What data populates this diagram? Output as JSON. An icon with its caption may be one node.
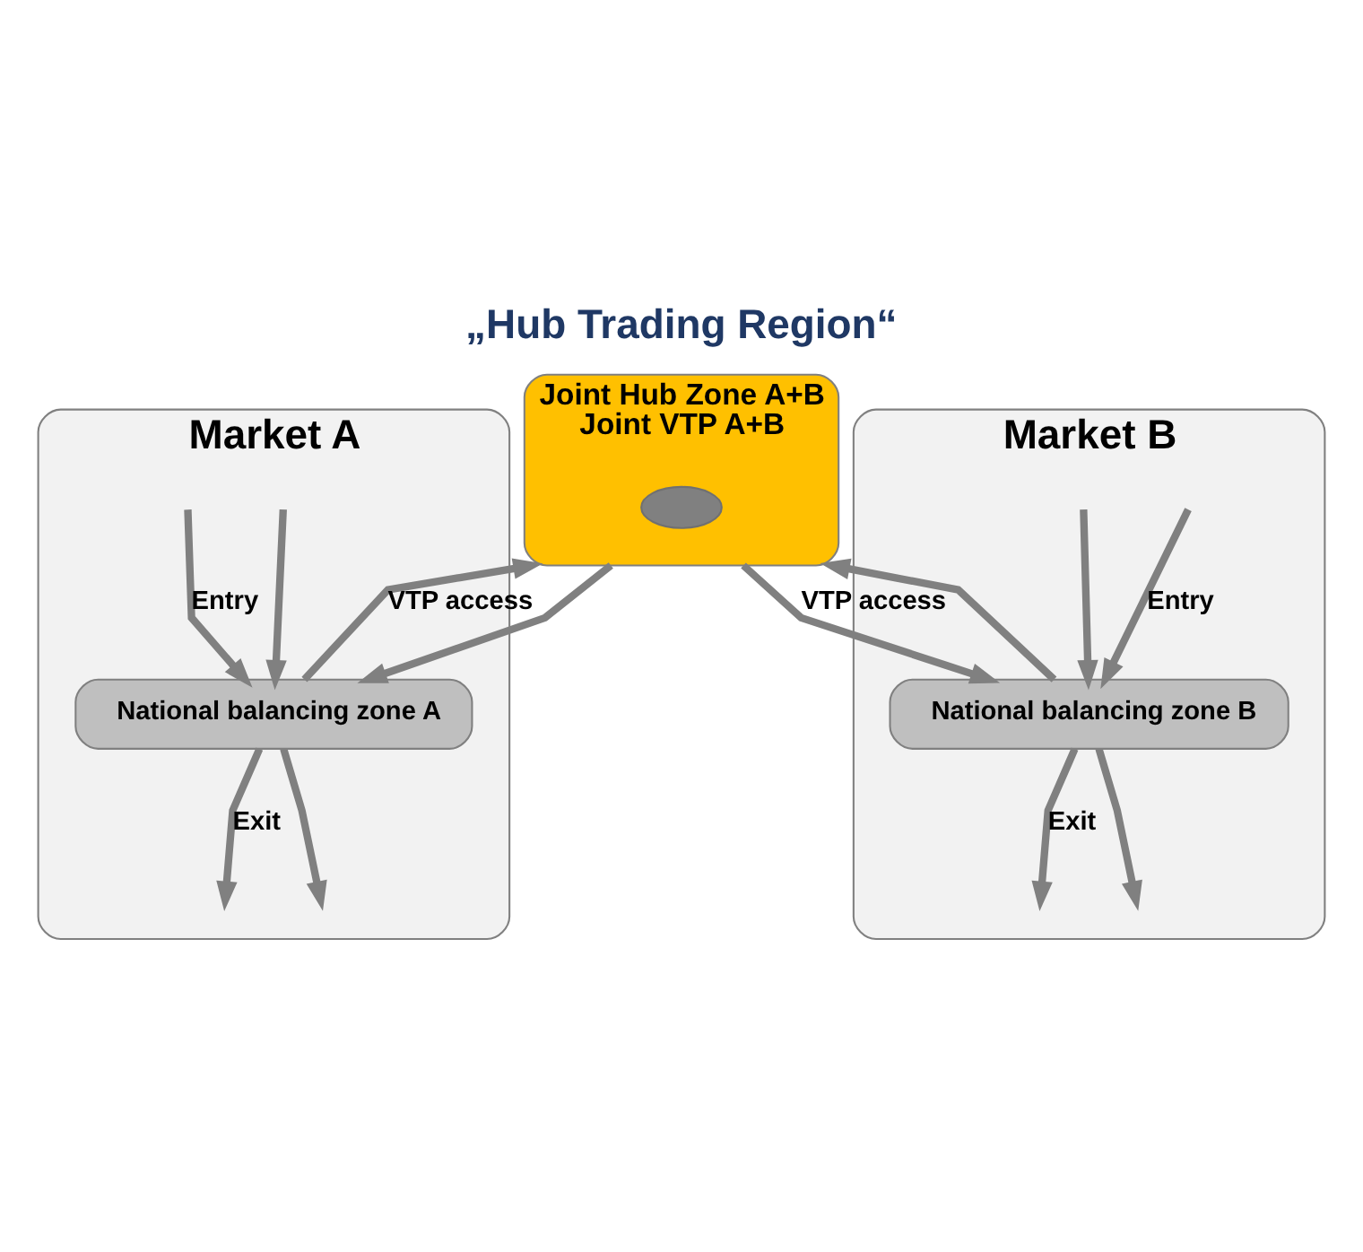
{
  "diagram": {
    "title": "„Hub Trading Region“",
    "nodes": [
      {
        "text": [
          "Market A"
        ]
      },
      {
        "text": [
          "Market B"
        ]
      },
      {
        "text": [
          "Joint Hub Zone A+B",
          "Joint VTP A+B"
        ]
      },
      {
        "text": [],
        "shape": "ellipse",
        "in": 2
      },
      {
        "text": [
          "National balancing zone A"
        ],
        "in": 0
      },
      {
        "text": [
          "National balancing zone B"
        ],
        "in": 1
      }
    ],
    "edges": [
      {
        "from": null,
        "to": 4,
        "arrow": "to"
      },
      {
        "from": null,
        "to": 4,
        "arrow": "to",
        "label": "Entry"
      },
      {
        "from": 4,
        "to": null,
        "arrow": "to",
        "label": "Exit"
      },
      {
        "from": 4,
        "to": null,
        "arrow": "to"
      },
      {
        "from": 4,
        "to": 2,
        "arrow": "to",
        "label": "VTP access"
      },
      {
        "from": 2,
        "to": 4,
        "arrow": "to"
      },
      {
        "from": 2,
        "to": 5,
        "arrow": "to",
        "label": "VTP access"
      },
      {
        "from": 5,
        "to": 2,
        "arrow": "to"
      },
      {
        "from": null,
        "to": 5,
        "arrow": "to",
        "label": "Entry"
      },
      {
        "from": null,
        "to": 5,
        "arrow": "to"
      },
      {
        "from": 5,
        "to": null,
        "arrow": "to",
        "label": "Exit"
      },
      {
        "from": 5,
        "to": null,
        "arrow": "to"
      }
    ]
  }
}
